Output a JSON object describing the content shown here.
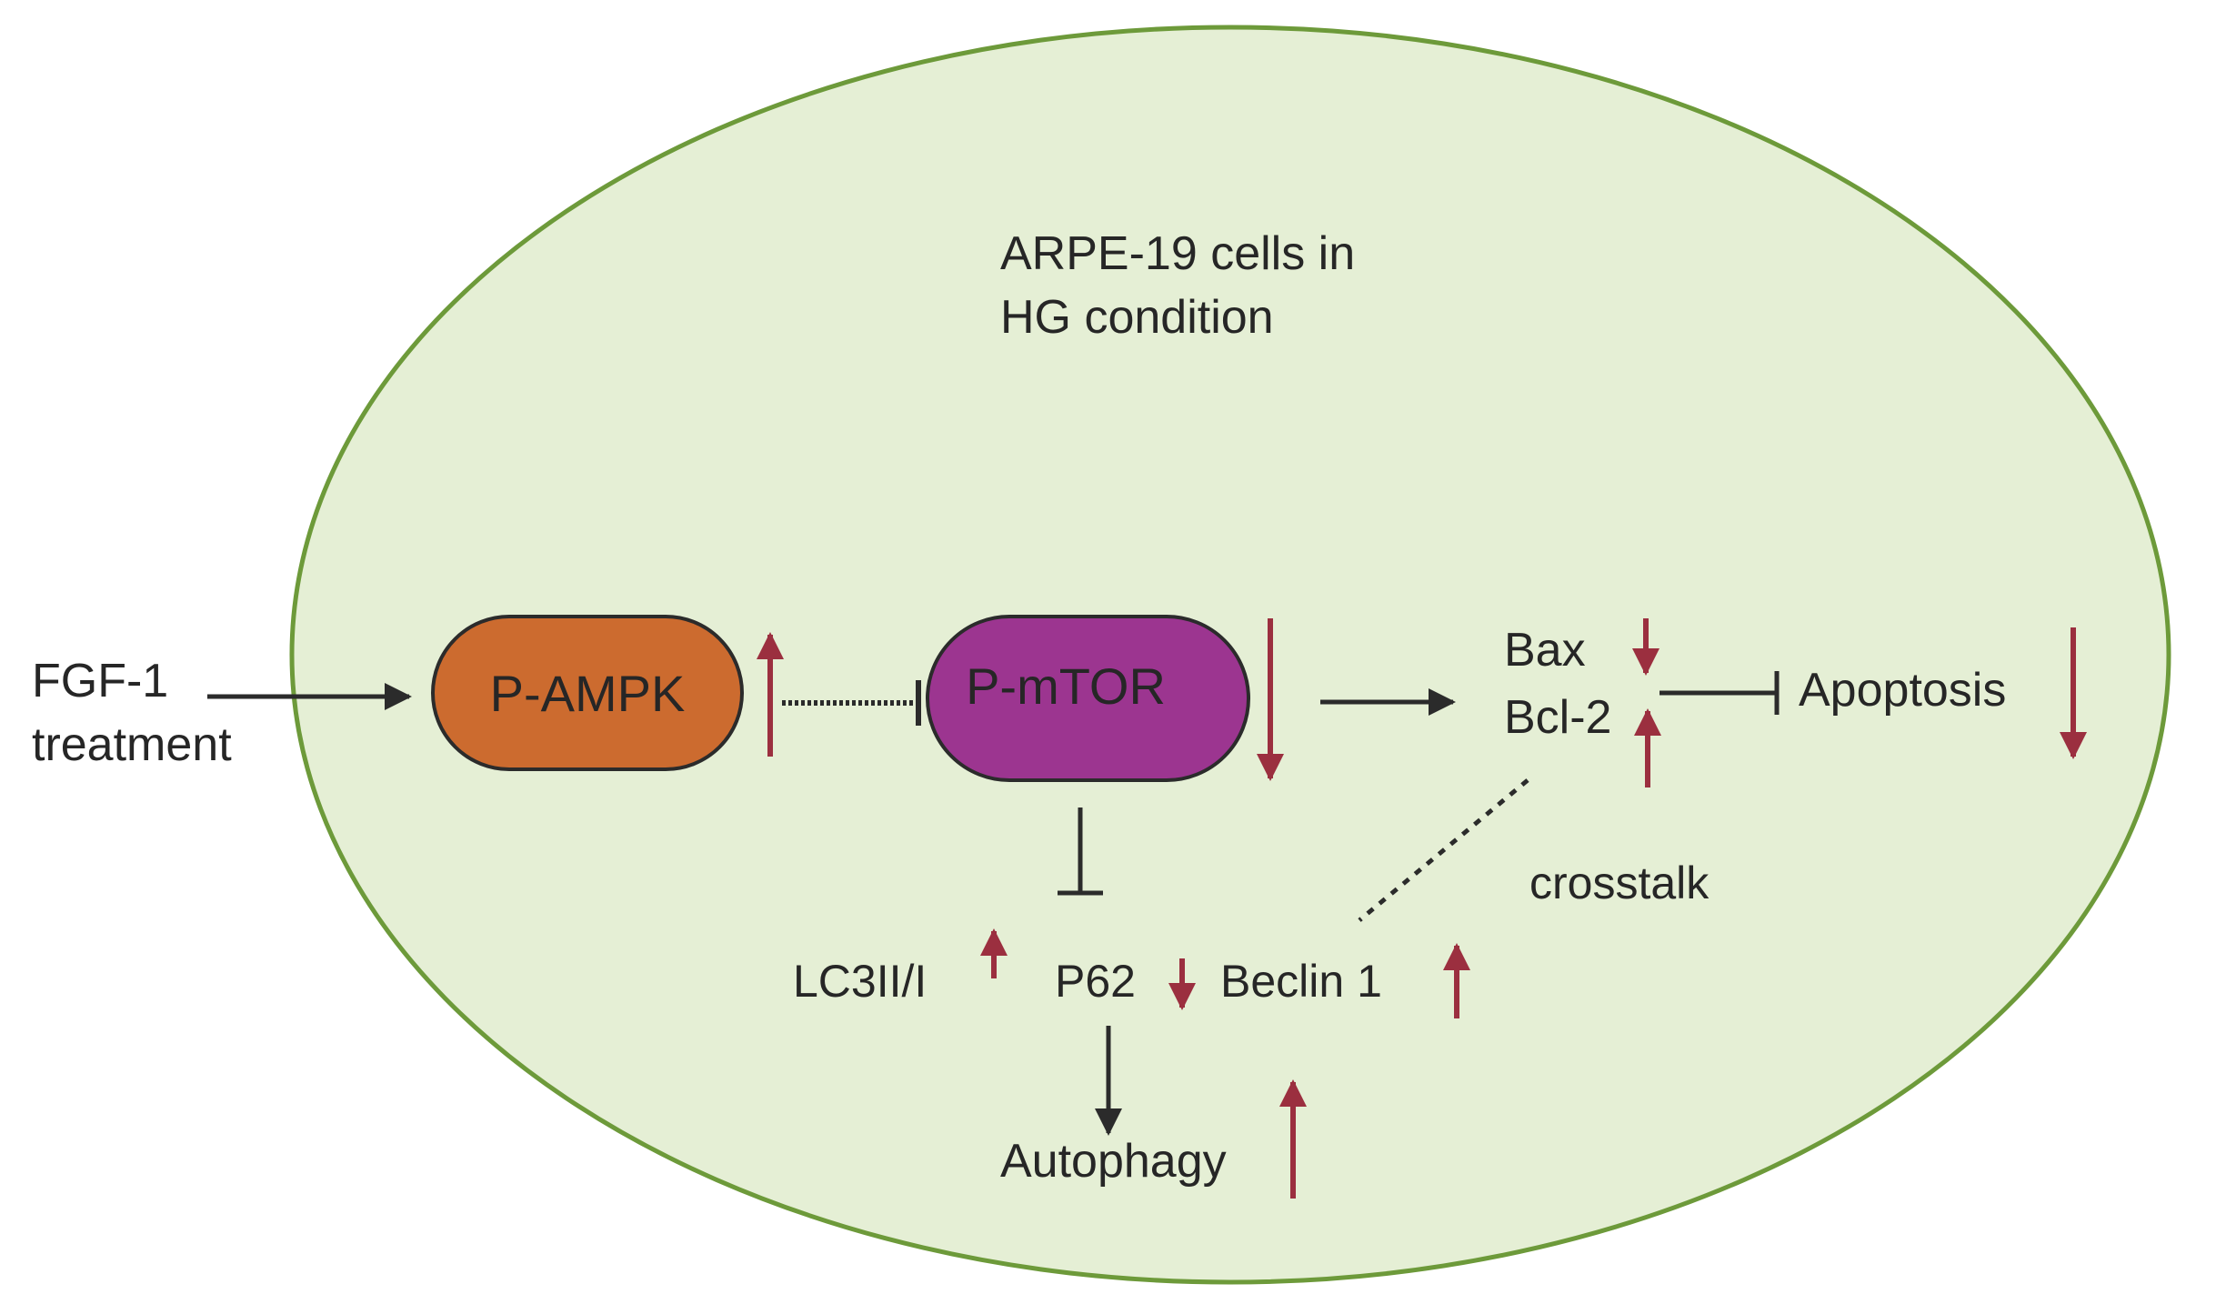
{
  "cell": {
    "title_line1": "ARPE-19 cells in",
    "title_line2": "HG condition",
    "fill_color": "#e5efd5",
    "border_color": "#6d9a3a"
  },
  "stimulus": {
    "line1": "FGF-1",
    "line2": "treatment"
  },
  "nodes": {
    "ampk": {
      "label": "P-AMPK",
      "color": "#cc6b2f",
      "change": "up"
    },
    "mtor": {
      "label": "P-mTOR",
      "color": "#9c3590",
      "change": "down"
    }
  },
  "apoptosis_regulators": {
    "bax": {
      "label": "Bax",
      "change": "down"
    },
    "bcl2": {
      "label": "Bcl-2",
      "change": "up"
    }
  },
  "outcomes": {
    "apoptosis": {
      "label": "Apoptosis",
      "change": "down"
    },
    "autophagy": {
      "label": "Autophagy",
      "change": "up"
    }
  },
  "autophagy_markers": [
    {
      "label": "LC3II/I",
      "change": "up"
    },
    {
      "label": "P62",
      "change": "down"
    },
    {
      "label": "Beclin 1",
      "change": "up"
    }
  ],
  "crosstalk": {
    "label": "crosstalk"
  },
  "colors": {
    "regulation_arrow": "#9b2f3f",
    "pathway_line": "#2b2b2b"
  }
}
